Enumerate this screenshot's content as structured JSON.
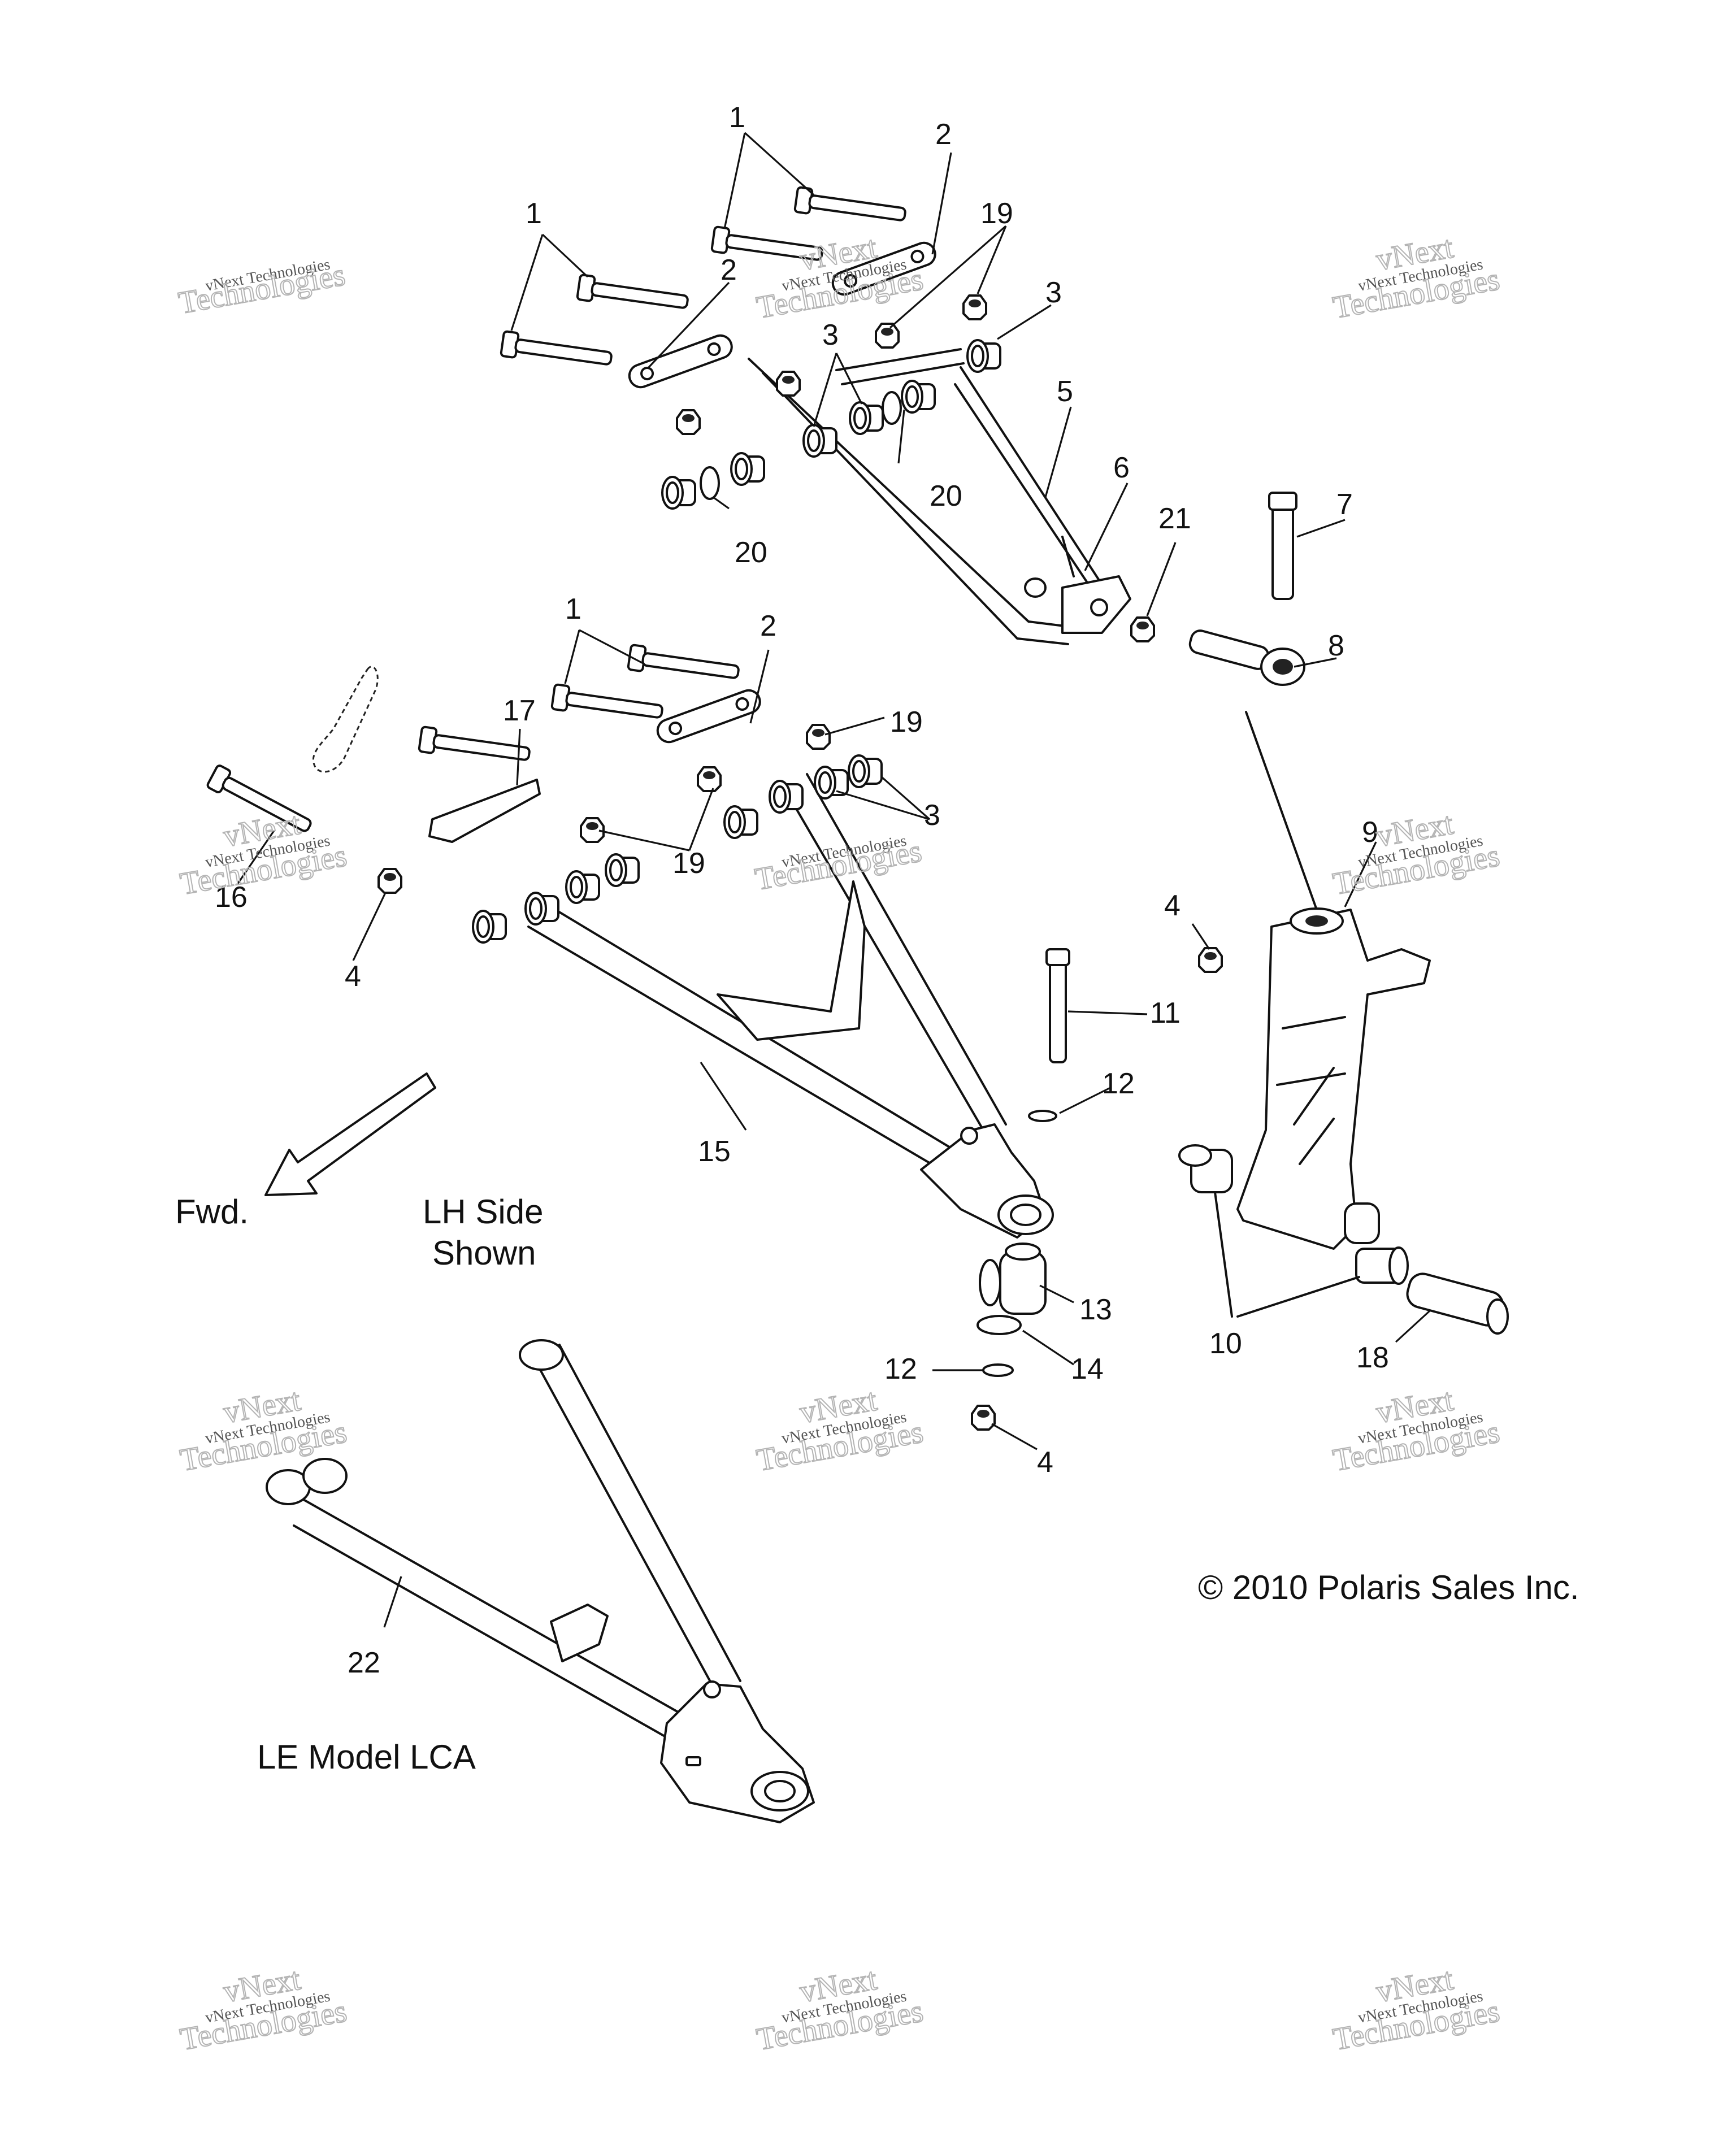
{
  "figure": {
    "copyright": "© 2010 Polaris Sales Inc.",
    "forward_label": "Fwd.",
    "side_label_line1": "LH Side",
    "side_label_line2": "Shown",
    "le_model_label": "LE Model LCA",
    "watermark_line1": "vNext Technologies",
    "watermark_line2": "vNext Technologies"
  },
  "callouts": {
    "c1a": "1",
    "c1b": "1",
    "c1c": "1",
    "c2a": "2",
    "c2b": "2",
    "c2c": "2",
    "c3a": "3",
    "c3b": "3",
    "c3c": "3",
    "c4a": "4",
    "c4b": "4",
    "c4c": "4",
    "c5": "5",
    "c6": "6",
    "c7": "7",
    "c8": "8",
    "c9": "9",
    "c10": "10",
    "c11": "11",
    "c12a": "12",
    "c12b": "12",
    "c13": "13",
    "c14": "14",
    "c15": "15",
    "c16": "16",
    "c17": "17",
    "c18": "18",
    "c19a": "19",
    "c19b": "19",
    "c19c": "19",
    "c20a": "20",
    "c20b": "20",
    "c21": "21",
    "c22": "22"
  }
}
